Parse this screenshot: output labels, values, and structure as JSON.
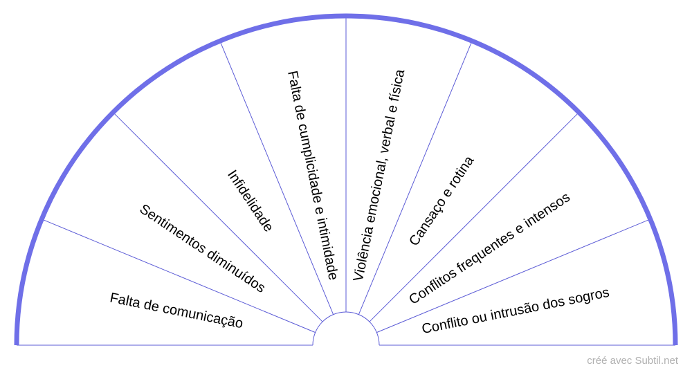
{
  "chart": {
    "sectors": [
      "Falta de comunicação",
      "Sentimentos diminuídos",
      "Infidelidade",
      "Falta de cumplicidade e intimidade",
      "Violência emocional, verbal e física",
      "Cansaço e rotina",
      "Conflitos frequentes e intensos",
      "Conflito ou intrusão dos sogros"
    ],
    "colors": {
      "rim": "#6f6fe8",
      "divider": "#5b5bd6",
      "text": "#000000",
      "credit": "#b0b0b0"
    }
  },
  "footer": {
    "credit": "créé avec Subtil.net"
  }
}
